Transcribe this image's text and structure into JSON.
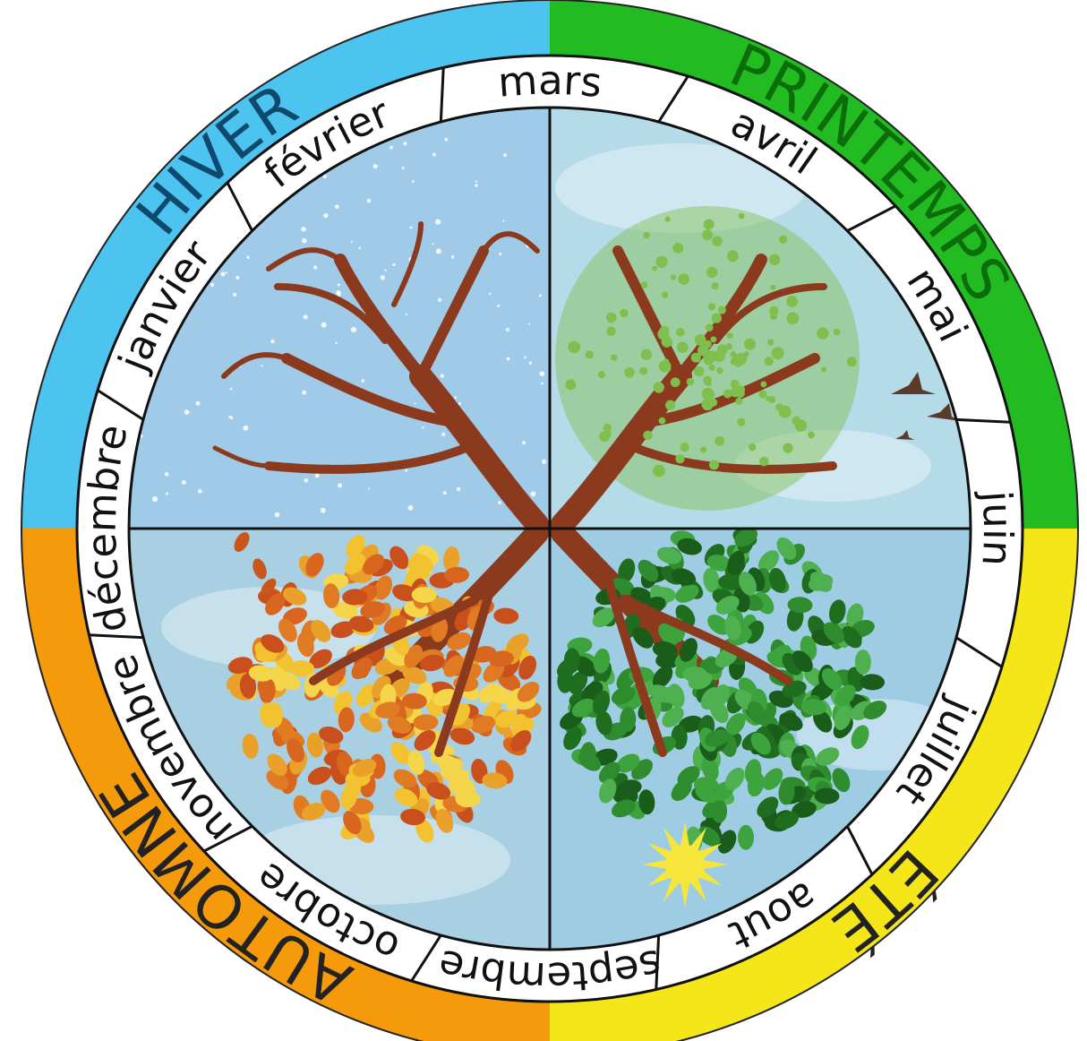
{
  "seasons": [
    {
      "key": "hiver",
      "label": "HIVER",
      "band_color": "#4dc3f0",
      "text_color": "#0d4a6e",
      "sky_color": "#9fcbe8"
    },
    {
      "key": "printemps",
      "label": "PRINTEMPS",
      "band_color": "#22bb22",
      "text_color": "#0b6e0b",
      "sky_color": "#b5dbe8"
    },
    {
      "key": "ete",
      "label": "ÉTÉ",
      "band_color": "#f5e61a",
      "text_color": "#222222",
      "sky_color": "#9ecde3"
    },
    {
      "key": "automne",
      "label": "AUTOMNE",
      "band_color": "#f59a0a",
      "text_color": "#222222",
      "sky_color": "#a8d0e2"
    }
  ],
  "months": [
    "janvier",
    "février",
    "mars",
    "avril",
    "mai",
    "juin",
    "juillet",
    "aout",
    "septembre",
    "octobre",
    "novembre",
    "décembre"
  ],
  "illustration": {
    "winter_tree": {
      "icon": "bare-tree-icon",
      "color": "#8b3a1e"
    },
    "spring_tree": {
      "icon": "budding-tree-icon",
      "color": "#7fbf4d"
    },
    "summer_tree": {
      "icon": "leafy-tree-icon",
      "color": "#2e8b2e"
    },
    "autumn_tree": {
      "icon": "autumn-tree-icon",
      "color": "#e9a12a"
    },
    "sun": {
      "icon": "sun-icon",
      "color": "#f7e63a"
    },
    "birds": {
      "icon": "birds-icon",
      "color": "#5a3b2a"
    }
  }
}
